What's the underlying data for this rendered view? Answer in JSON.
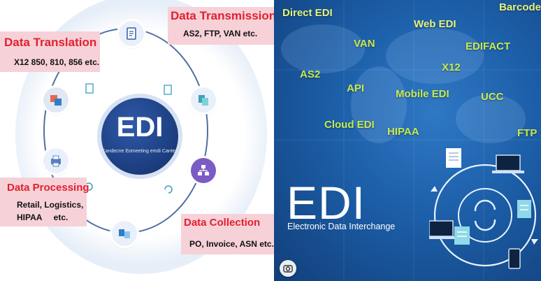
{
  "left": {
    "core": {
      "title": "EDI",
      "subtitle": "Candecne Eomeeting emdi Canten"
    },
    "labels": {
      "transmission": {
        "title": "Data Transmission",
        "desc": "AS2, FTP, VAN etc."
      },
      "translation": {
        "title": "Data Translation",
        "desc": "X12 850, 810, 856 etc."
      },
      "processing": {
        "title": "Data Processing",
        "desc_line1": "Retail, Logistics,",
        "desc_line2": "HIPAA     etc."
      },
      "collection": {
        "title": "Data Collection",
        "desc": "PO, Invoice, ASN etc."
      }
    },
    "colors": {
      "label_title": "#e2202e",
      "label_box": "#f6d1d8",
      "core": "#1e3f86",
      "orbit": "#4f6fa5"
    }
  },
  "right": {
    "keywords": [
      "Direct EDI",
      "Barcode",
      "Web EDI",
      "VAN",
      "EDIFACT",
      "X12",
      "AS2",
      "API",
      "Mobile EDI",
      "UCC",
      "Cloud EDI",
      "HIPAA",
      "FTP"
    ],
    "title": "EDI",
    "subtitle": "Electronic Data Interchange",
    "colors": {
      "background": "#1c5ea8",
      "keyword": "#c6ea4f"
    }
  }
}
